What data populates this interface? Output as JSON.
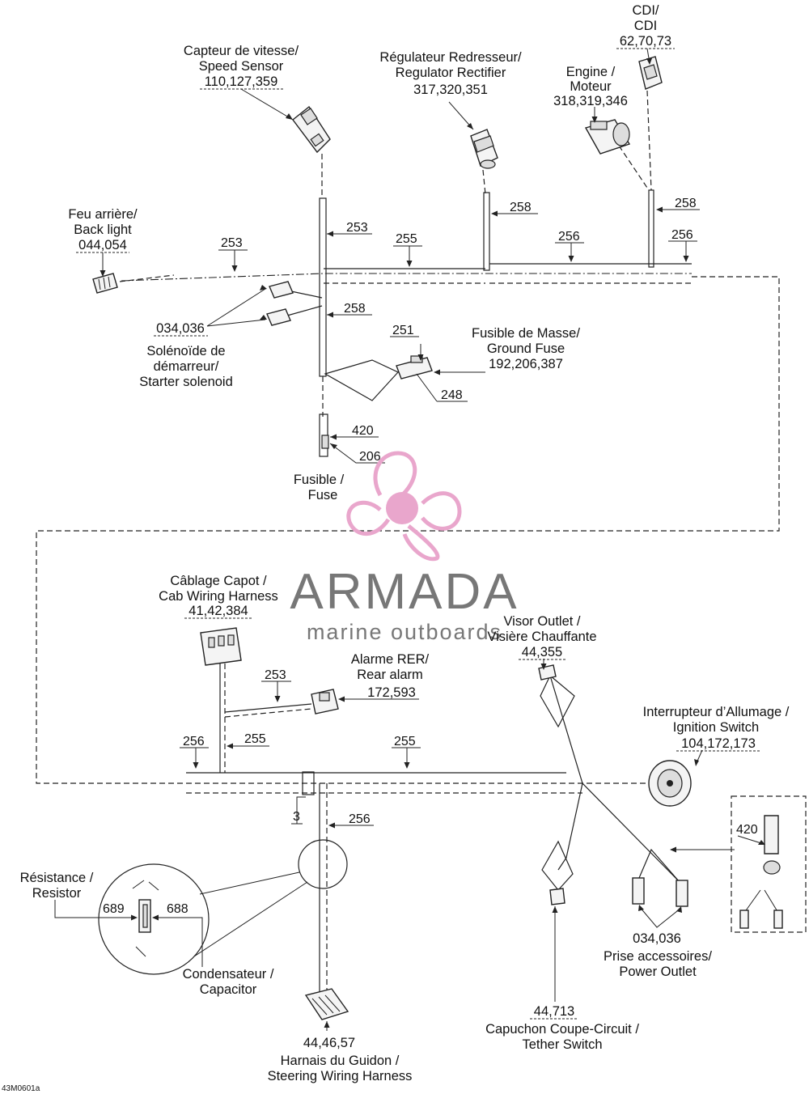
{
  "components": {
    "speed_sensor": {
      "fr": "Capteur de vitesse/",
      "en": "Speed Sensor",
      "parts": "110,127,359"
    },
    "regulator": {
      "fr": "Régulateur Redresseur/",
      "en": "Regulator Rectifier",
      "parts": "317,320,351"
    },
    "cdi": {
      "fr": "CDI/",
      "en": "CDI",
      "parts": "62,70,73"
    },
    "engine": {
      "fr": "Engine /",
      "en": "Moteur",
      "parts": "318,319,346"
    },
    "back_light": {
      "fr": "Feu arrière/",
      "en": "Back light",
      "parts": "044,054"
    },
    "starter_solenoid": {
      "parts": "034,036",
      "fr1": "Solénoïde de",
      "fr2": "démarreur/",
      "en": "Starter solenoid"
    },
    "ground_fuse": {
      "fr": "Fusible de Masse/",
      "en": "Ground Fuse",
      "parts": "192,206,387"
    },
    "fuse": {
      "fr": "Fusible /",
      "en": "Fuse"
    },
    "cab_harness": {
      "fr": "Câblage Capot /",
      "en": "Cab Wiring Harness",
      "parts": "41,42,384"
    },
    "rear_alarm": {
      "fr": "Alarme RER/",
      "en": "Rear alarm",
      "parts": "172,593"
    },
    "visor_outlet": {
      "fr": "Visor Outlet /",
      "en": "Visière Chauffante",
      "parts": "44,355"
    },
    "ignition_switch": {
      "fr": "Interrupteur d’Allumage /",
      "en": "Ignition Switch",
      "parts": "104,172,173"
    },
    "resistor": {
      "fr": "Résistance /",
      "en": "Resistor"
    },
    "capacitor": {
      "fr": "Condensateur /",
      "en": "Capacitor"
    },
    "power_outlet": {
      "parts": "034,036",
      "fr": "Prise accessoires/",
      "en": "Power Outlet"
    },
    "tether_switch": {
      "parts": "44,713",
      "fr": "Capuchon Coupe-Circuit /",
      "en": "Tether Switch"
    },
    "steering_harness": {
      "parts": "44,46,57",
      "fr": "Harnais du Guidon /",
      "en": "Steering Wiring Harness"
    }
  },
  "callouts": {
    "c253a": "253",
    "c255a": "255",
    "c253b": "253",
    "c258a": "258",
    "c256a": "256",
    "c258b": "258",
    "c256b": "256",
    "c258c": "258",
    "c251": "251",
    "c248": "248",
    "c420a": "420",
    "c206": "206",
    "c253c": "253",
    "c256c": "256",
    "c255b": "255",
    "c255c": "255",
    "c3": "3",
    "c256d": "256",
    "c420b": "420",
    "c689": "689",
    "c688": "688"
  },
  "watermark": {
    "brand": "ARMADA",
    "tagline": "marine outboards"
  },
  "figure_code": "43M0601a",
  "colors": {
    "line": "#222222",
    "watermark_pink": "#e9a6cc",
    "watermark_gray": "#777777"
  }
}
